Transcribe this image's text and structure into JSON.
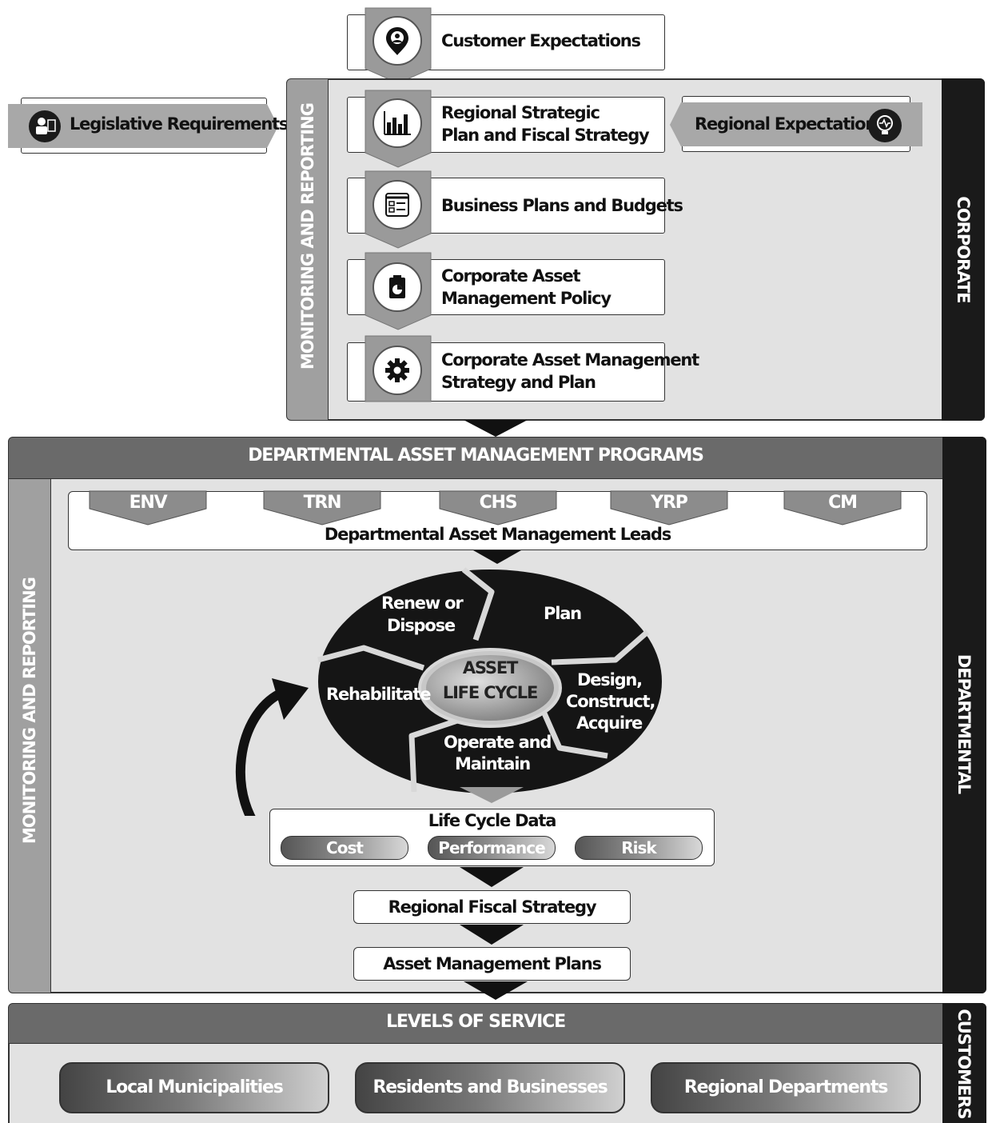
{
  "top": {
    "customer_expectations": "Customer Expectations",
    "legislative_requirements": "Legislative Requirements",
    "regional_expectations": "Regional Expectations"
  },
  "corporate": {
    "side_label": "CORPORATE",
    "monitoring_label": "MONITORING AND REPORTING",
    "steps": [
      {
        "line1": "Regional Strategic",
        "line2": "Plan and Fiscal Strategy",
        "icon": "bar-chart-icon"
      },
      {
        "line1": "Business Plans and Budgets",
        "line2": "",
        "icon": "checklist-icon"
      },
      {
        "line1": "Corporate Asset",
        "line2": "Management Policy",
        "icon": "clipboard-chart-icon"
      },
      {
        "line1": "Corporate Asset Management",
        "line2": "Strategy and Plan",
        "icon": "gear-icon"
      }
    ]
  },
  "departmental": {
    "side_label": "DEPARTMENTAL",
    "header": "DEPARTMENTAL ASSET MANAGEMENT PROGRAMS",
    "monitoring_label": "MONITORING AND REPORTING",
    "departments": [
      "ENV",
      "TRN",
      "CHS",
      "YRP",
      "CM"
    ],
    "leads_label": "Departmental Asset Management Leads",
    "lifecycle": {
      "center_line1": "ASSET",
      "center_line2": "LIFE CYCLE",
      "plan": "Plan",
      "design_line1": "Design,",
      "design_line2": "Construct,",
      "design_line3": "Acquire",
      "operate_line1": "Operate and",
      "operate_line2": "Maintain",
      "rehabilitate": "Rehabilitate",
      "renew_line1": "Renew or",
      "renew_line2": "Dispose"
    },
    "life_cycle_data": {
      "title": "Life Cycle Data",
      "items": [
        "Cost",
        "Performance",
        "Risk"
      ]
    },
    "regional_fiscal_strategy": "Regional Fiscal Strategy",
    "asset_management_plans": "Asset Management Plans"
  },
  "customers": {
    "side_label": "CUSTOMERS",
    "header": "LEVELS OF SERVICE",
    "groups": [
      "Local Municipalities",
      "Residents and Businesses",
      "Regional Departments"
    ]
  }
}
